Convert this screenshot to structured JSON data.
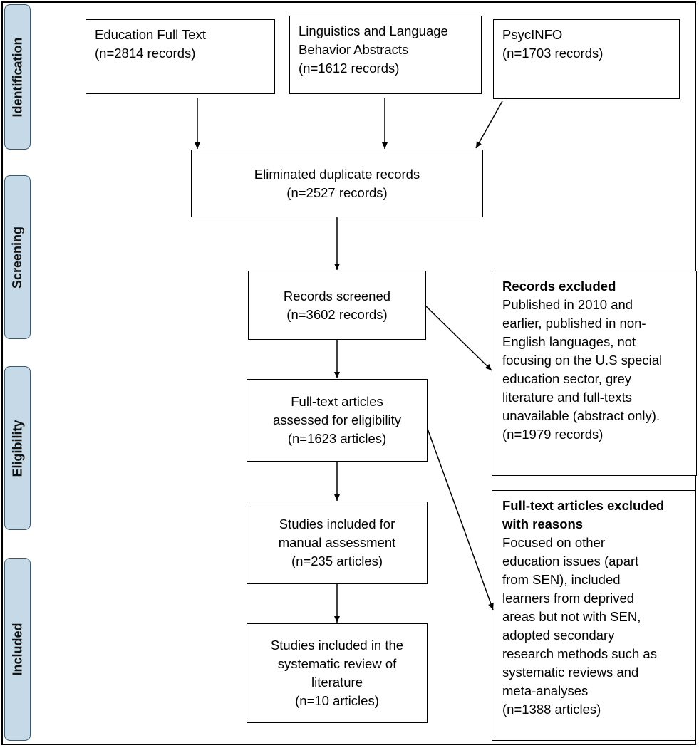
{
  "phases": {
    "identification": "Identification",
    "screening": "Screening",
    "eligibility": "Eligibility",
    "included": "Included"
  },
  "sources": {
    "education": {
      "line1": "Education Full Text",
      "line2": "(n=2814 records)"
    },
    "linguistics": {
      "line1": "Linguistics and Language",
      "line2": "Behavior Abstracts",
      "line3": "(n=1612 records)"
    },
    "psycinfo": {
      "line1": "PsycINFO",
      "line2": "(n=1703 records)"
    }
  },
  "duplicates": {
    "line1": "Eliminated duplicate records",
    "line2": "(n=2527 records)"
  },
  "screened": {
    "line1": "Records screened",
    "line2": "(n=3602 records)"
  },
  "fulltext": {
    "line1": "Full-text articles",
    "line2": "assessed for eligibility",
    "line3": "(n=1623 articles)"
  },
  "manual": {
    "line1": "Studies included for",
    "line2": "manual assessment",
    "line3": "(n=235 articles)"
  },
  "final": {
    "line1": "Studies included in the",
    "line2": "systematic review of",
    "line3": "literature",
    "line4": "(n=10 articles)"
  },
  "records_excluded": {
    "heading": "Records excluded",
    "lines": [
      "Published in 2010 and",
      "earlier, published in non-",
      "English languages, not",
      "focusing on the U.S special",
      "education sector, grey",
      "literature and full-texts",
      "unavailable (abstract only).",
      "(n=1979 records)"
    ]
  },
  "fulltext_excluded": {
    "heading_line1": "Full-text articles excluded",
    "heading_line2": "with reasons",
    "lines": [
      "Focused on other",
      "education issues (apart",
      "from SEN), included",
      "learners from deprived",
      "areas but not with SEN,",
      "adopted secondary",
      "research methods such as",
      "systematic reviews and",
      "meta-analyses",
      "(n=1388 articles)"
    ]
  }
}
